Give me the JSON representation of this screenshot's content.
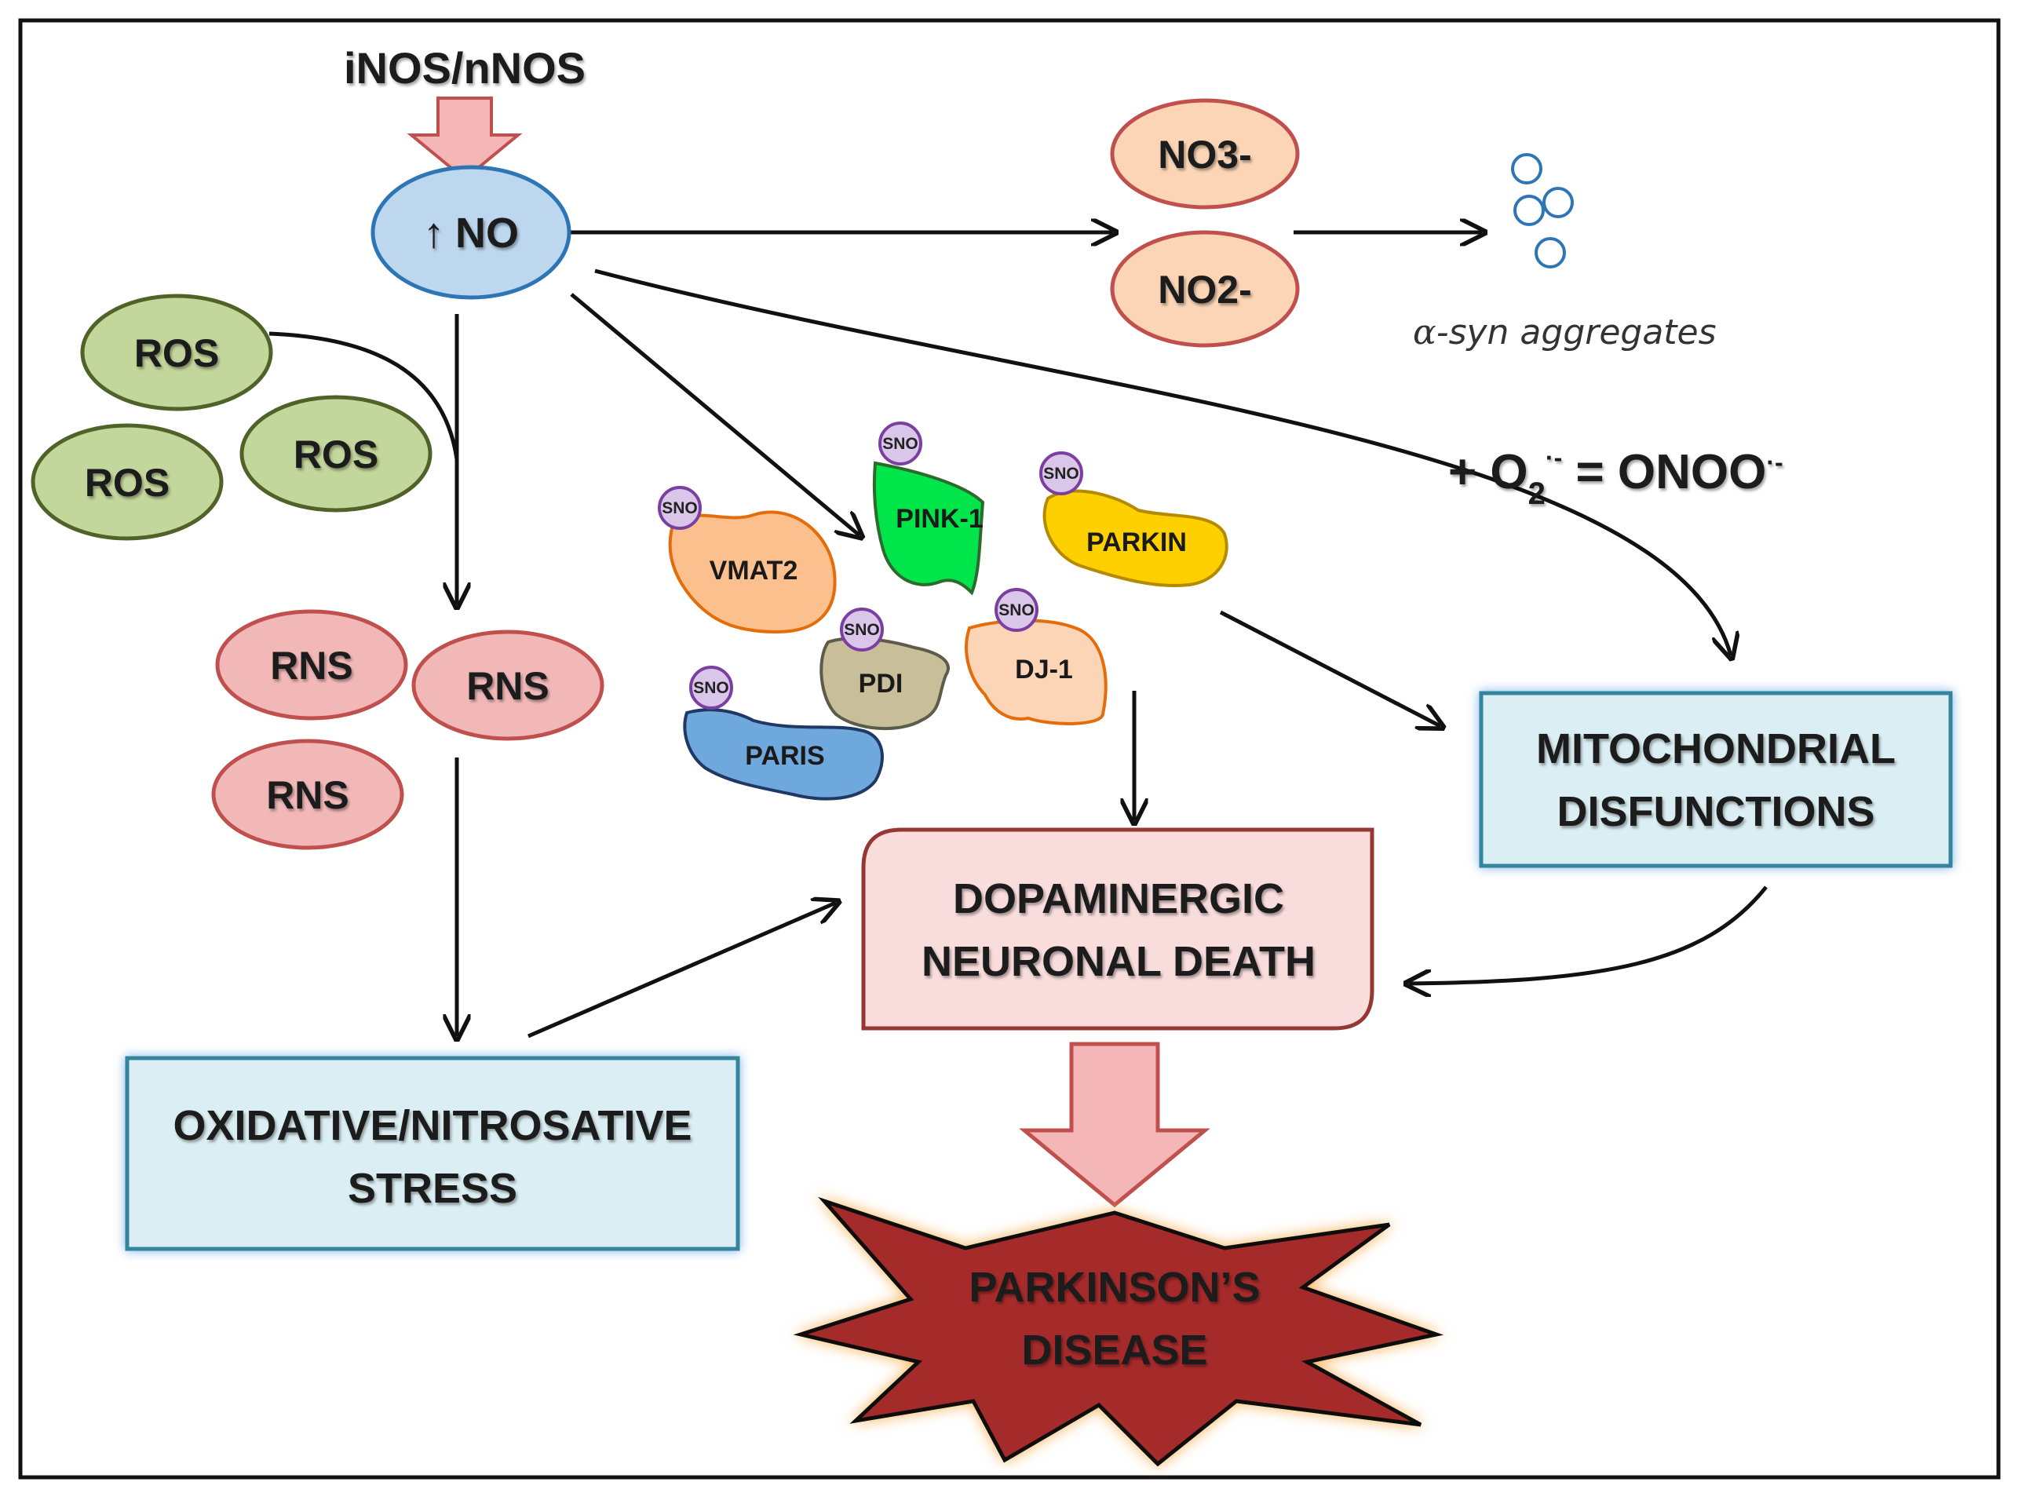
{
  "enzyme_label": "iNOS/nNOS",
  "no": {
    "arrow_glyph": "↑",
    "label": "NO"
  },
  "nitrate": "NO3-",
  "nitrite": "NO2-",
  "asyn": {
    "alpha": "α",
    "rest": "-syn aggregates"
  },
  "peroxynitrite": {
    "prefix": "+ O",
    "sub": "2",
    "sup": "·-",
    "eq": " = ONOO",
    "sup2": "·-"
  },
  "ros": [
    "ROS",
    "ROS",
    "ROS"
  ],
  "rns": [
    "RNS",
    "RNS",
    "RNS"
  ],
  "sno_tag": "SNO",
  "proteins": {
    "vmat2": "VMAT2",
    "pink1": "PINK-1",
    "parkin": "PARKIN",
    "pdi": "PDI",
    "dj1": "DJ-1",
    "paris": "PARIS"
  },
  "mito_box": {
    "line1": "MITOCHONDRIAL",
    "line2": "DISFUNCTIONS"
  },
  "death_box": {
    "line1": "DOPAMINERGIC",
    "line2": "NEURONAL DEATH"
  },
  "stress_box": {
    "line1": "OXIDATIVE/NITROSATIVE",
    "line2": "STRESS"
  },
  "disease": {
    "line1": "PARKINSON’S",
    "line2": "DISEASE"
  },
  "colors": {
    "no_fill": "#bdd7ee",
    "no_stroke": "#2e75b6",
    "nox_fill": "#fbd5b5",
    "nox_stroke": "#c0504d",
    "ros_fill": "#c3d69b",
    "ros_stroke": "#4f6228",
    "rns_fill": "#f2b8b8",
    "rns_stroke": "#c0504d",
    "box_fill": "#daeef3",
    "box_stroke": "#31859c",
    "death_fill": "#f9dcdc",
    "death_stroke": "#953735",
    "burst_fill": "#a52a2a",
    "big_arrow": "#f4b6b6"
  }
}
